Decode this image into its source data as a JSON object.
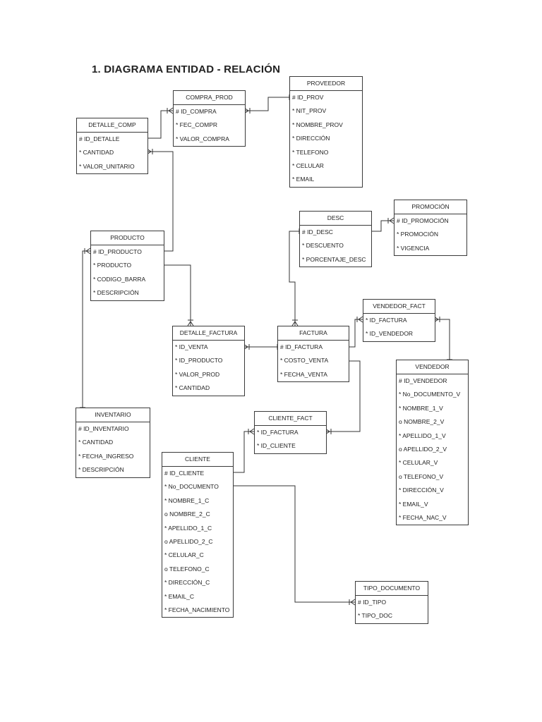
{
  "title": "1.  DIAGRAMA ENTIDAD - RELACIÓN",
  "entities": {
    "proveedor": {
      "name": "PROVEEDOR",
      "attrs": [
        "# ID_PROV",
        "* NIT_PROV",
        "* NOMBRE_PROV",
        "* DIRECCIÓN",
        "* TELEFONO",
        "* CELULAR",
        "* EMAIL"
      ]
    },
    "compra_prod": {
      "name": "COMPRA_PROD",
      "attrs": [
        "# ID_COMPRA",
        "* FEC_COMPR",
        "* VALOR_COMPRA"
      ]
    },
    "detalle_comp": {
      "name": "DETALLE_COMP",
      "attrs": [
        "# ID_DETALLE",
        "* CANTIDAD",
        "* VALOR_UNITARIO"
      ]
    },
    "desc": {
      "name": "DESC",
      "attrs": [
        "# ID_DESC",
        "* DESCUENTO",
        "* PORCENTAJE_DESC"
      ]
    },
    "promocion": {
      "name": "PROMOCIÓN",
      "attrs": [
        "# ID_PROMOCIÓN",
        "* PROMOCIÓN",
        "* VIGENCIA"
      ]
    },
    "producto": {
      "name": "PRODUCTO",
      "attrs": [
        "# ID_PRODUCTO",
        "* PRODUCTO",
        "* CODIGO_BARRA",
        "* DESCRIPCIÓN"
      ]
    },
    "vendedor_fact": {
      "name": "VENDEDOR_FACT",
      "attrs": [
        "* ID_FACTURA",
        "* ID_VENDEDOR"
      ]
    },
    "detalle_factura": {
      "name": "DETALLE_FACTURA",
      "attrs": [
        "* ID_VENTA",
        "* ID_PRODUCTO",
        "* VALOR_PROD",
        "* CANTIDAD"
      ]
    },
    "factura": {
      "name": "FACTURA",
      "attrs": [
        "# ID_FACTURA",
        "* COSTO_VENTA",
        "* FECHA_VENTA"
      ]
    },
    "vendedor": {
      "name": "VENDEDOR",
      "attrs": [
        "# ID_VENDEDOR",
        "* No_DOCUMENTO_V",
        "* NOMBRE_1_V",
        "o NOMBRE_2_V",
        "* APELLIDO_1_V",
        "o APELLIDO_2_V",
        "* CELULAR_V",
        "o TELEFONO_V",
        "* DIRECCIÓN_V",
        "* EMAIL_V",
        "* FECHA_NAC_V"
      ]
    },
    "inventario": {
      "name": "INVENTARIO",
      "attrs": [
        "# ID_INVENTARIO",
        "* CANTIDAD",
        "* FECHA_INGRESO",
        "* DESCRIPCIÓN"
      ]
    },
    "cliente_fact": {
      "name": "CLIENTE_FACT",
      "attrs": [
        "* ID_FACTURA",
        "* ID_CLIENTE"
      ]
    },
    "cliente": {
      "name": "CLIENTE",
      "attrs": [
        "# ID_CLIENTE",
        "* No_DOCUMENTO",
        "* NOMBRE_1_C",
        "o NOMBRE_2_C",
        "* APELLIDO_1_C",
        "o APELLIDO_2_C",
        "* CELULAR_C",
        "o TELEFONO_C",
        "* DIRECCIÓN_C",
        "* EMAIL_C",
        "* FECHA_NACIMIENTO"
      ]
    },
    "tipo_documento": {
      "name": "TIPO_DOCUMENTO",
      "attrs": [
        "# ID_TIPO",
        "* TIPO_DOC"
      ]
    }
  }
}
